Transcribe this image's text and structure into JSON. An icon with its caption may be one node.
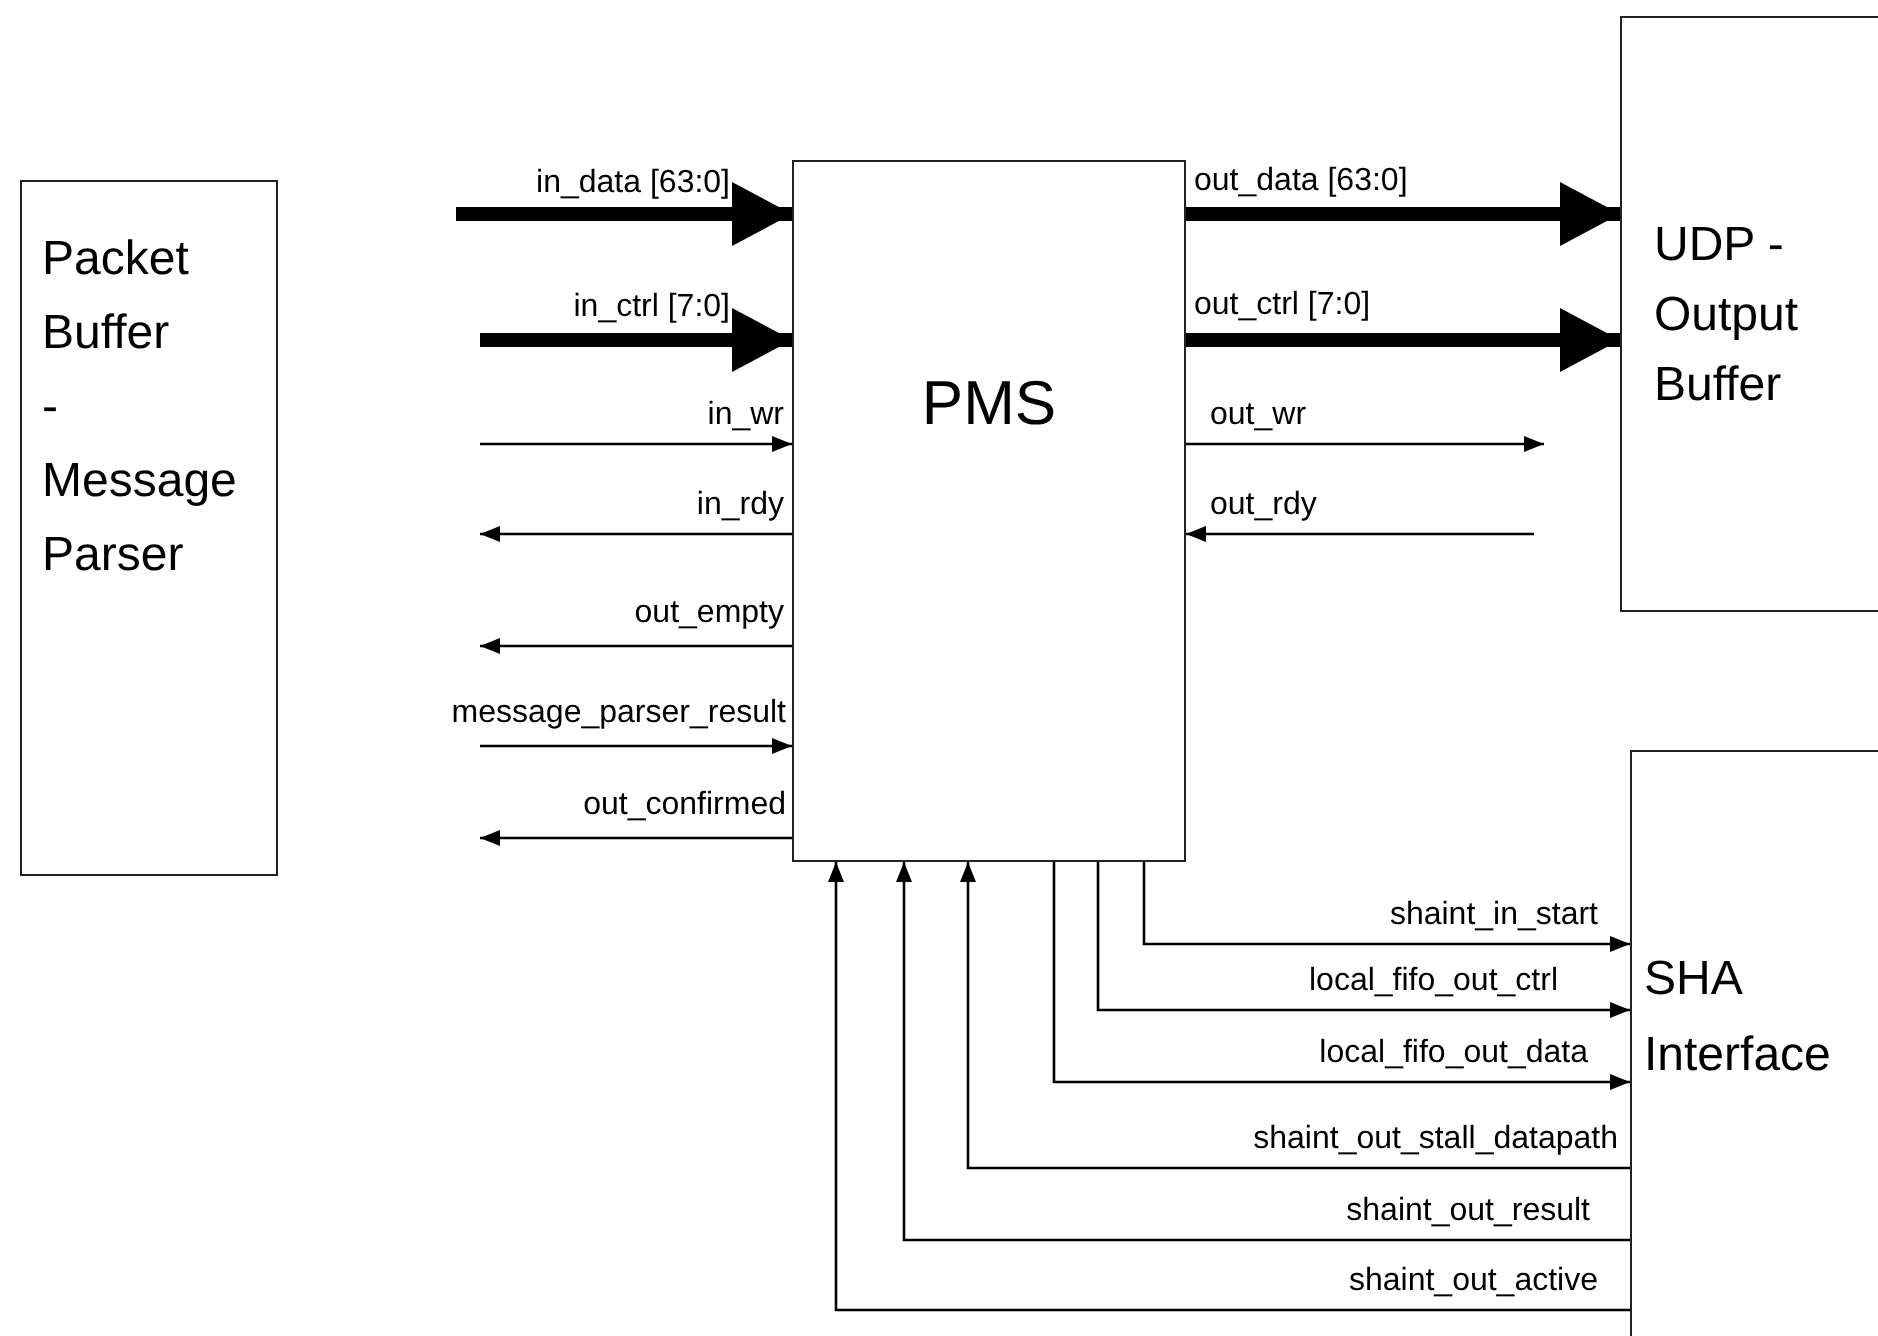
{
  "diagram": {
    "nodes": [
      {
        "text": [
          "Packet Buffer - Message Parser"
        ]
      },
      {
        "text": [
          "PMS"
        ]
      },
      {
        "text": [
          "UDP - Output Buffer"
        ]
      },
      {
        "text": [
          "SHA Interface"
        ]
      }
    ],
    "edges": [
      {
        "from": null,
        "to": 1,
        "arrow": "to",
        "label": "in_data [63:0]",
        "style": "thick"
      },
      {
        "from": null,
        "to": 1,
        "arrow": "to",
        "label": "in_ctrl [7:0]",
        "style": "thick"
      },
      {
        "from": null,
        "to": 1,
        "arrow": "to",
        "label": "in_wr"
      },
      {
        "from": 1,
        "to": null,
        "arrow": "to",
        "label": "in_rdy"
      },
      {
        "from": 1,
        "to": null,
        "arrow": "to",
        "label": "out_empty"
      },
      {
        "from": null,
        "to": 1,
        "arrow": "to",
        "label": "message_parser_result"
      },
      {
        "from": 1,
        "to": null,
        "arrow": "to",
        "label": "out_confirmed"
      },
      {
        "from": 1,
        "to": 2,
        "arrow": "to",
        "label": "out_data [63:0]",
        "style": "thick"
      },
      {
        "from": 1,
        "to": 2,
        "arrow": "to",
        "label": "out_ctrl [7:0]",
        "style": "thick"
      },
      {
        "from": 1,
        "to": null,
        "arrow": "to",
        "label": "out_wr"
      },
      {
        "from": null,
        "to": 1,
        "arrow": "to",
        "label": "out_rdy"
      },
      {
        "from": 1,
        "to": 3,
        "arrow": "to",
        "label": "shaint_in_start"
      },
      {
        "from": 1,
        "to": 3,
        "arrow": "to",
        "label": "local_fifo_out_ctrl"
      },
      {
        "from": 1,
        "to": 3,
        "arrow": "to",
        "label": "local_fifo_out_data"
      },
      {
        "from": 3,
        "to": 1,
        "arrow": "to",
        "label": "shaint_out_stall_datapath"
      },
      {
        "from": 3,
        "to": 1,
        "arrow": "to",
        "label": "shaint_out_result"
      },
      {
        "from": 3,
        "to": 1,
        "arrow": "to",
        "label": "shaint_out_active"
      }
    ]
  }
}
